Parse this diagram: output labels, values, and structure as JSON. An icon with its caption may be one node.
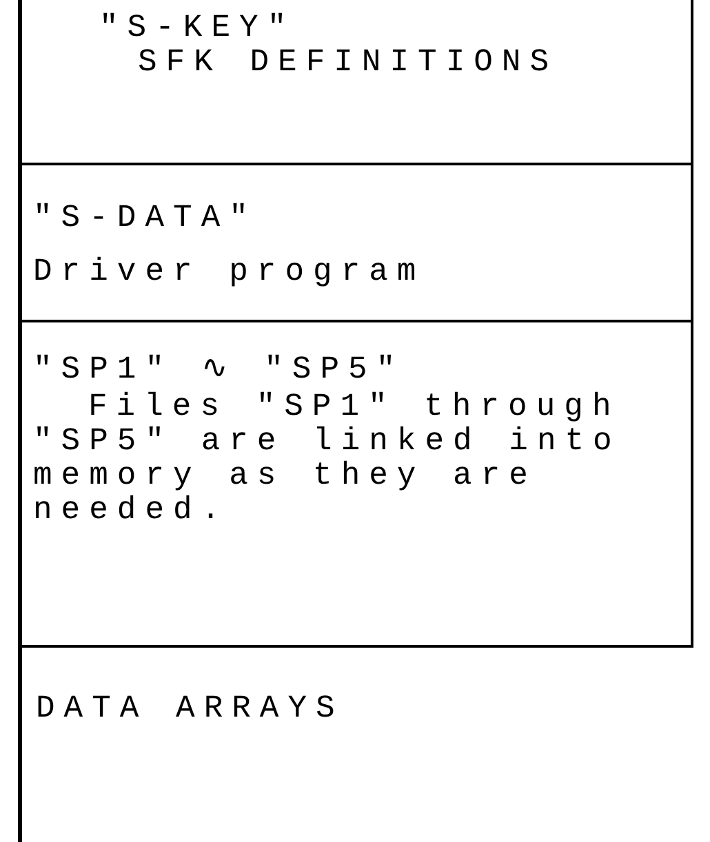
{
  "diagram": {
    "nodes": [
      {
        "text": [
          "\"S-KEY\"",
          "SFK DEFINITIONS"
        ]
      },
      {
        "text": [
          "\"S-DATA\"",
          "Driver program"
        ]
      },
      {
        "text": [
          "\"SP1\" ∿ \"SP5\"",
          "Files \"SP1\" through \"SP5\" are linked into memory as they are needed."
        ]
      },
      {
        "text": [
          "DATA ARRAYS"
        ]
      }
    ]
  }
}
